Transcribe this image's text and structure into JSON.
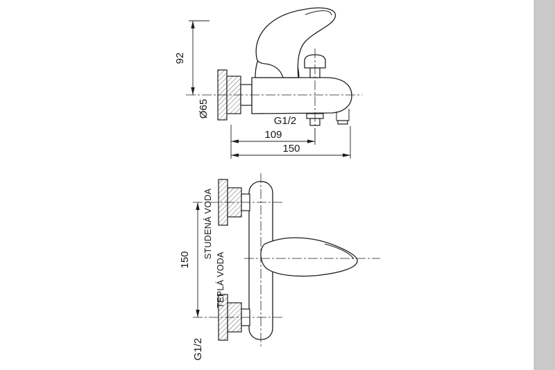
{
  "colors": {
    "background": "#ffffff",
    "line": "#1d1d1d",
    "edge_strip": "#c9c9c9"
  },
  "side_view": {
    "height": "92",
    "flange_diameter": "Ø65",
    "thread": "G1/2",
    "shower_offset": "109",
    "total_length": "150"
  },
  "plan_view": {
    "inlet_spacing": "150",
    "cold_water": "STUDENÁ VODA",
    "hot_water": "TEPLÁ VODA",
    "thread": "G1/2"
  }
}
